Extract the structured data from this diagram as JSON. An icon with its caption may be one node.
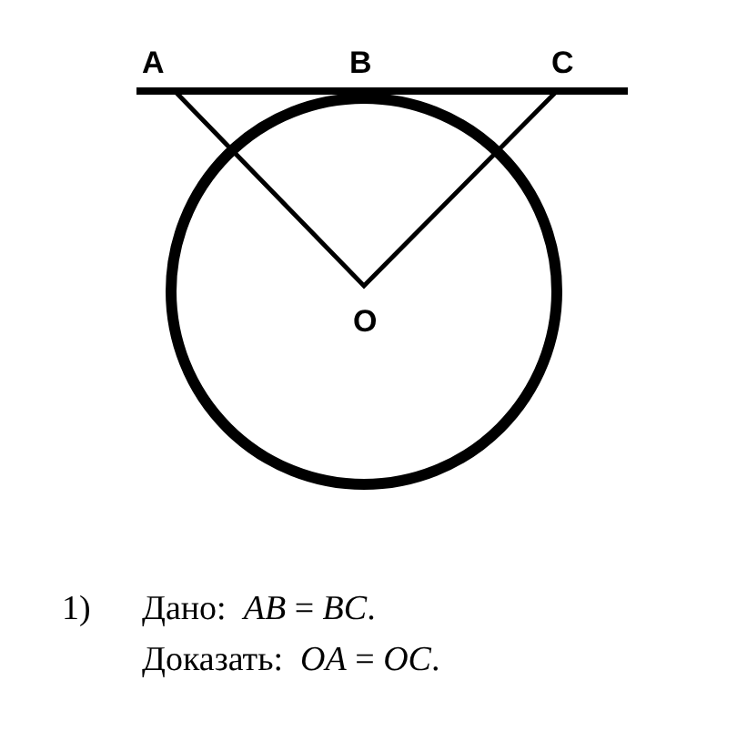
{
  "diagram": {
    "labels": [
      "A",
      "B",
      "C",
      "O",
      "1)",
      "Дано:  *AB* = *BC*.",
      "Доказать:  *OA* = *OC*."
    ]
  }
}
